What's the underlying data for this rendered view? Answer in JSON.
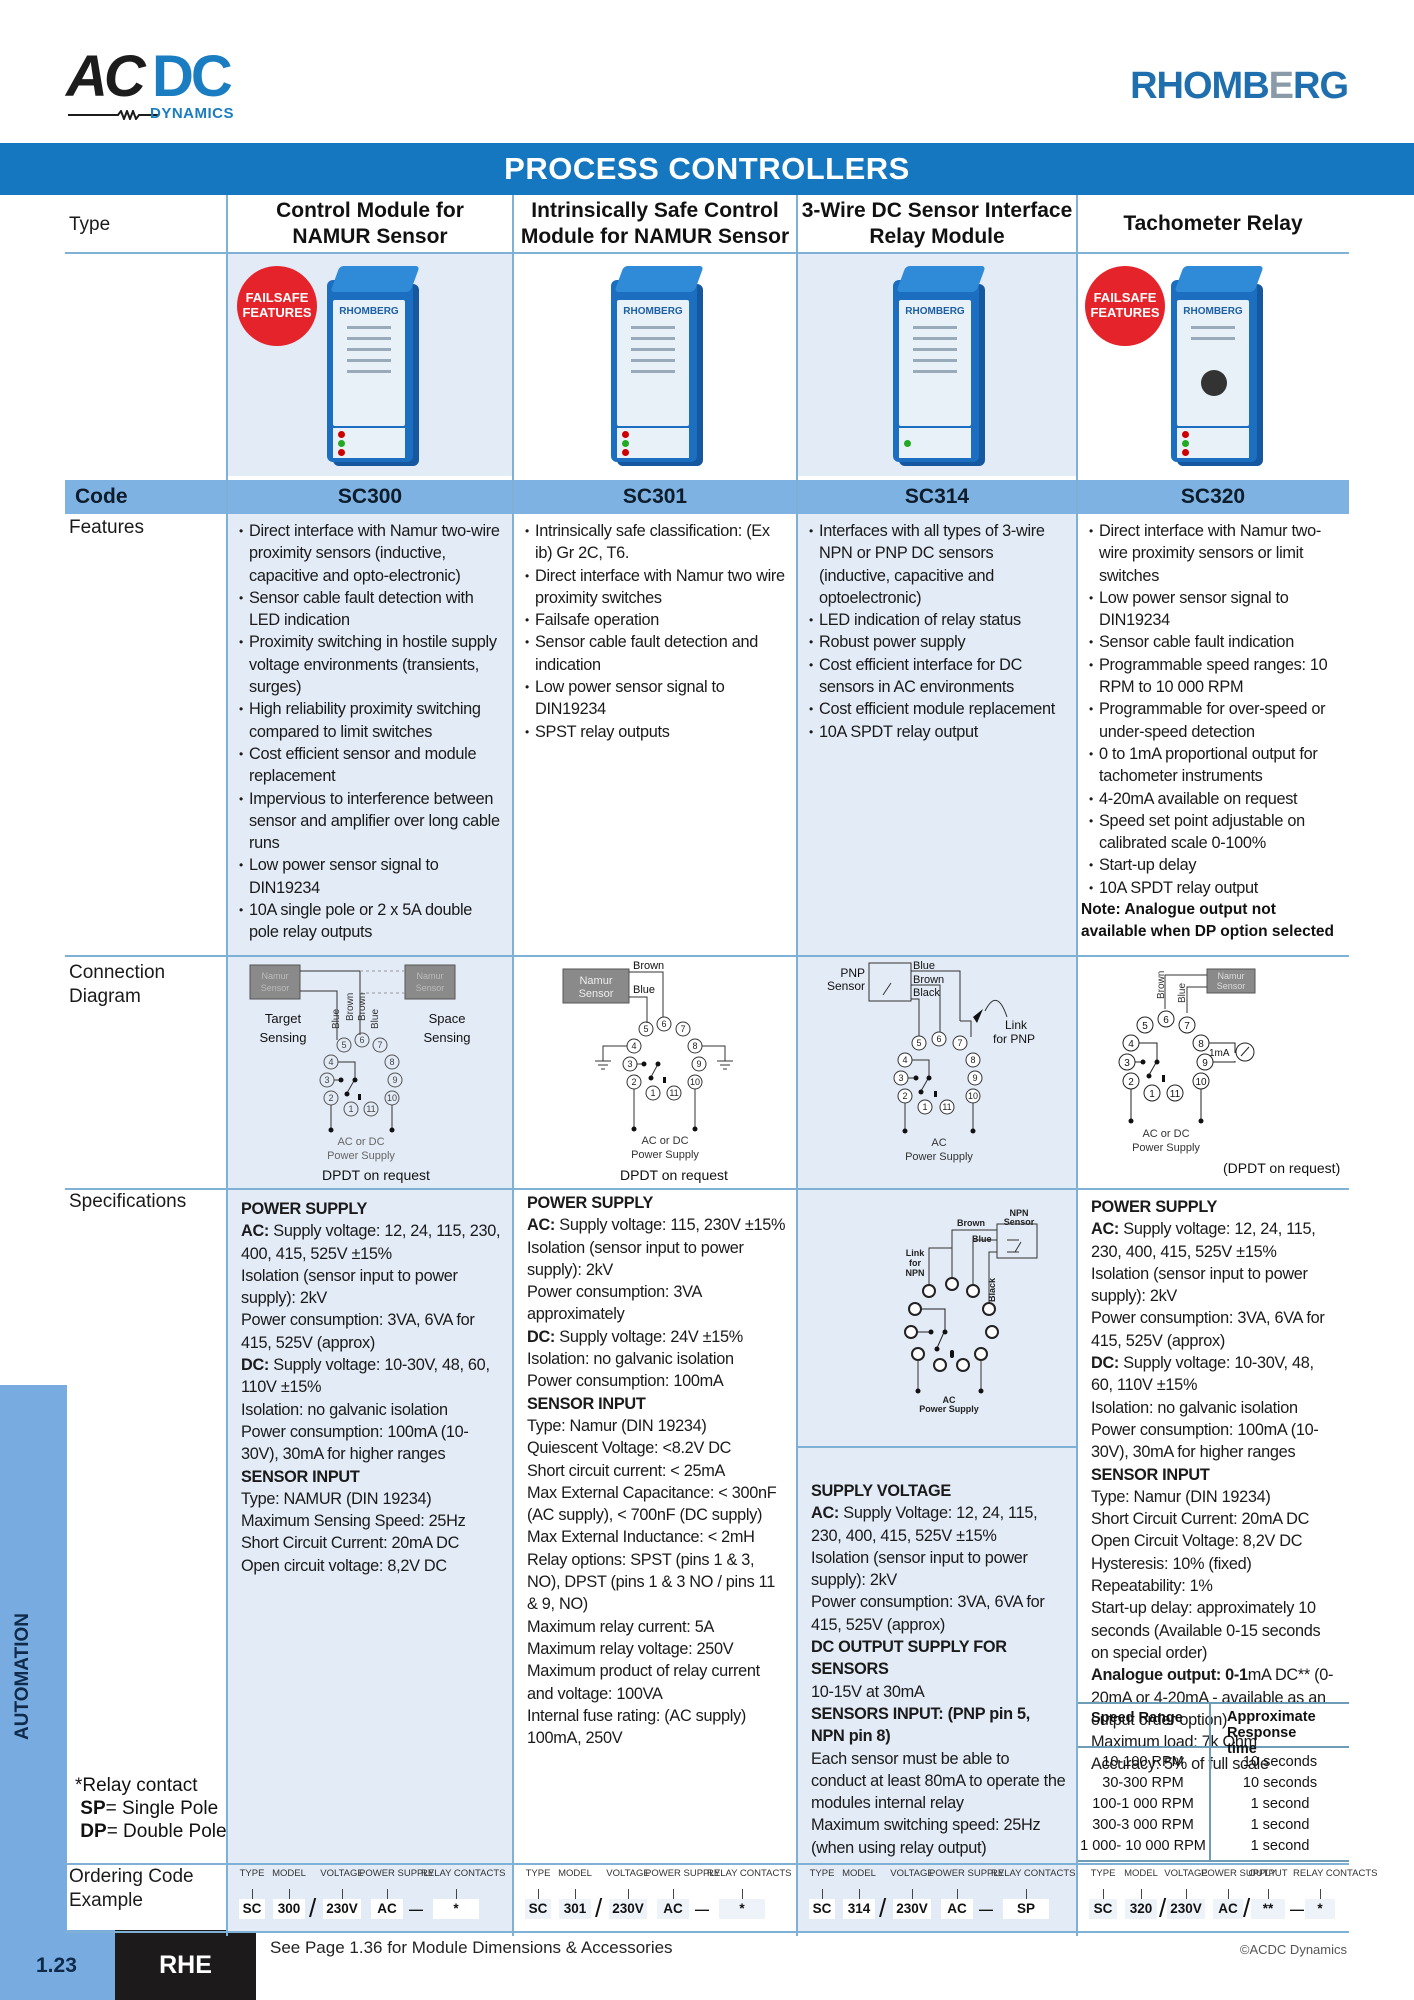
{
  "header": {
    "logo_left": {
      "ac": "AC",
      "dc": "DC",
      "sub": "DYNAMICS"
    },
    "logo_right": {
      "pre": "RHOMB",
      "e": "E",
      "post": "RG"
    },
    "title": "PROCESS CONTROLLERS"
  },
  "colors": {
    "brand_blue": "#1577bf",
    "code_row": "#7db2e3",
    "shade": "#e3ebf6",
    "badge_red": "#e4232a",
    "side_strip": "#78ace0"
  },
  "row_labels": {
    "type": "Type",
    "code": "Code",
    "features": "Features",
    "connection": [
      "Connection",
      "Diagram"
    ],
    "specifications": "Specifications",
    "ordering": [
      "Ordering Code",
      "Example"
    ]
  },
  "relay_note": {
    "line1": "*Relay contact",
    "sp_key": "SP",
    "sp_val": "= Single Pole",
    "dp_key": "DP",
    "dp_val": "= Double Pole"
  },
  "products": [
    {
      "type_line1": "Control Module for",
      "type_line2": "NAMUR Sensor",
      "code": "SC300",
      "badge": [
        "FAILSAFE",
        "FEATURES"
      ],
      "features": [
        "Direct interface with Namur two-wire proximity sensors (inductive, capacitive and opto-electronic)",
        "Sensor cable fault detection with LED indication",
        "Proximity switching in hostile supply voltage environments (transients, surges)",
        "High reliability proximity switching compared to limit switches",
        "Cost efficient sensor and module replacement",
        "Impervious to interference between sensor and amplifier over long cable runs",
        "Low power sensor signal to DIN19234",
        "10A single pole or 2 x 5A double pole relay outputs"
      ],
      "diagram": {
        "left_sensor": "Namur Sensor",
        "right_sensor": "Namur Sensor",
        "left_label": [
          "Target",
          "Sensing"
        ],
        "right_label": [
          "Space",
          "Sensing"
        ],
        "wires": [
          "Blue",
          "Brown",
          "Brown",
          "Blue"
        ],
        "supply": [
          "AC or DC",
          "Power Supply"
        ],
        "note": "DPDT on request"
      },
      "specs": [
        {
          "kind": "h",
          "text": "POWER SUPPLY"
        },
        {
          "kind": "kv",
          "key": "AC:",
          "text": " Supply voltage: 12, 24, 115, 230, 400, 415, 525V ±15%"
        },
        {
          "kind": "p",
          "text": "Isolation (sensor input to power supply): 2kV"
        },
        {
          "kind": "p",
          "text": "Power consumption: 3VA, 6VA for 415, 525V (approx)"
        },
        {
          "kind": "kv",
          "key": "DC:",
          "text": " Supply voltage: 10-30V, 48, 60, 110V ±15%"
        },
        {
          "kind": "p",
          "text": "Isolation: no galvanic isolation"
        },
        {
          "kind": "p",
          "text": "Power consumption: 100mA (10-30V), 30mA for higher ranges"
        },
        {
          "kind": "h",
          "text": "SENSOR INPUT"
        },
        {
          "kind": "p",
          "text": "Type: NAMUR (DIN 19234)"
        },
        {
          "kind": "p",
          "text": "Maximum Sensing Speed: 25Hz"
        },
        {
          "kind": "p",
          "text": "Short Circuit Current: 20mA DC"
        },
        {
          "kind": "p",
          "text": "Open circuit voltage: 8,2V DC"
        }
      ],
      "ordering": {
        "labels": [
          "TYPE",
          "MODEL",
          "VOLTAGE",
          "POWER SUPPLY",
          "RELAY CONTACTS"
        ],
        "values": [
          "SC",
          "300",
          "230V",
          "AC",
          "*"
        ]
      }
    },
    {
      "type_line1": "Intrinsically Safe Control",
      "type_line2": "Module for NAMUR Sensor",
      "code": "SC301",
      "features": [
        "Intrinsically safe classification: (Ex ib) Gr 2C, T6.",
        "Direct interface with Namur two wire proximity switches",
        "Failsafe operation",
        "Sensor cable fault detection and indication",
        "Low power sensor signal to DIN19234",
        "SPST relay outputs"
      ],
      "diagram": {
        "sensor": "Namur Sensor",
        "wires": [
          "Brown",
          "Blue"
        ],
        "supply": [
          "AC or DC",
          "Power Supply"
        ],
        "note": "DPDT on request"
      },
      "specs": [
        {
          "kind": "h",
          "text": "POWER SUPPLY"
        },
        {
          "kind": "kv",
          "key": "AC:",
          "text": " Supply voltage: 115, 230V ±15%"
        },
        {
          "kind": "p",
          "text": "Isolation (sensor input to power supply): 2kV"
        },
        {
          "kind": "p",
          "text": "Power consumption: 3VA approximately"
        },
        {
          "kind": "kv",
          "key": "DC:",
          "text": " Supply voltage: 24V ±15%"
        },
        {
          "kind": "p",
          "text": "Isolation: no galvanic isolation"
        },
        {
          "kind": "p",
          "text": "Power consumption: 100mA"
        },
        {
          "kind": "h",
          "text": "SENSOR INPUT"
        },
        {
          "kind": "p",
          "text": "Type: Namur (DIN 19234)"
        },
        {
          "kind": "p",
          "text": "Quiescent Voltage: <8.2V DC"
        },
        {
          "kind": "p",
          "text": "Short circuit current: < 25mA"
        },
        {
          "kind": "p",
          "text": "Max External Capacitance: < 300nF (AC supply), < 700nF (DC supply)"
        },
        {
          "kind": "p",
          "text": "Max External Inductance: < 2mH"
        },
        {
          "kind": "p",
          "text": "Relay options: SPST (pins 1 & 3, NO), DPST (pins 1 & 3 NO / pins 11 & 9, NO)"
        },
        {
          "kind": "p",
          "text": "Maximum relay current: 5A"
        },
        {
          "kind": "p",
          "text": "Maximum relay voltage: 250V"
        },
        {
          "kind": "p",
          "text": "Maximum product of relay current and voltage: 100VA"
        },
        {
          "kind": "p",
          "text": "Internal fuse rating: (AC supply) 100mA, 250V"
        }
      ],
      "ordering": {
        "labels": [
          "TYPE",
          "MODEL",
          "VOLTAGE",
          "POWER SUPPLY",
          "RELAY CONTACTS"
        ],
        "values": [
          "SC",
          "301",
          "230V",
          "AC",
          "*"
        ]
      }
    },
    {
      "type_line1": "3-Wire DC Sensor Interface",
      "type_line2": "Relay Module",
      "code": "SC314",
      "features": [
        "Interfaces with all types of 3-wire NPN or PNP DC sensors (inductive, capacitive and optoelectronic)",
        "LED indication of relay status",
        "Robust power supply",
        "Cost efficient interface for DC sensors in AC environments",
        "Cost efficient module replacement",
        "10A SPDT relay output"
      ],
      "diagram": {
        "sensor": [
          "PNP",
          "Sensor"
        ],
        "wires": [
          "Blue",
          "Brown",
          "Black"
        ],
        "link": [
          "Link",
          "for  PNP"
        ],
        "supply": [
          "AC",
          "Power Supply"
        ],
        "npn_sensor": [
          "NPN",
          "Sensor"
        ],
        "npn_wires": [
          "Brown",
          "Blue",
          "Black"
        ],
        "npn_link": [
          "Link",
          "for",
          "NPN"
        ],
        "npn_supply": [
          "AC",
          "Power Supply"
        ]
      },
      "specs": [
        {
          "kind": "h",
          "text": "SUPPLY VOLTAGE"
        },
        {
          "kind": "kv",
          "key": "AC:",
          "text": " Supply Voltage: 12, 24, 115, 230, 400, 415, 525V ±15%"
        },
        {
          "kind": "p",
          "text": "Isolation (sensor input to power supply): 2kV"
        },
        {
          "kind": "p",
          "text": "Power consumption: 3VA, 6VA for 415, 525V (approx)"
        },
        {
          "kind": "h",
          "text": "DC OUTPUT SUPPLY FOR SENSORS"
        },
        {
          "kind": "p",
          "text": "10-15V at 30mA"
        },
        {
          "kind": "h",
          "text": "SENSORS INPUT: (PNP pin 5, NPN pin 8)"
        },
        {
          "kind": "p",
          "text": "Each sensor must be able to conduct at least 80mA to operate the modules internal relay"
        },
        {
          "kind": "p",
          "text": "Maximum switching speed: 25Hz (when using relay output)"
        }
      ],
      "ordering": {
        "labels": [
          "TYPE",
          "MODEL",
          "VOLTAGE",
          "POWER SUPPLY",
          "RELAY CONTACTS"
        ],
        "values": [
          "SC",
          "314",
          "230V",
          "AC",
          "SP"
        ]
      }
    },
    {
      "type_line1": "Tachometer Relay",
      "type_line2": "",
      "code": "SC320",
      "badge": [
        "FAILSAFE",
        "FEATURES"
      ],
      "features": [
        "Direct interface with Namur two-wire proximity sensors or limit switches",
        "Low power sensor signal to DIN19234",
        "Sensor cable fault indication",
        "Programmable speed ranges: 10 RPM to 10 000 RPM",
        "Programmable for over-speed or under-speed detection",
        "0 to 1mA proportional output for tachometer instruments",
        "4-20mA available on request",
        "Speed set point adjustable on calibrated scale 0-100%",
        "Start-up delay",
        "10A SPDT relay output"
      ],
      "feature_note": "Note: Analogue output not available when DP option selected",
      "diagram": {
        "sensor": "Namur Sensor",
        "wires": [
          "Brown",
          "Blue"
        ],
        "meter": "1mA",
        "supply": [
          "AC or DC",
          "Power Supply"
        ],
        "note": "(DPDT on request)"
      },
      "specs": [
        {
          "kind": "h",
          "text": "POWER SUPPLY"
        },
        {
          "kind": "kv",
          "key": "AC:",
          "text": " Supply voltage: 12, 24, 115, 230, 400, 415, 525V ±15%"
        },
        {
          "kind": "p",
          "text": "Isolation (sensor input to power supply): 2kV"
        },
        {
          "kind": "p",
          "text": "Power consumption: 3VA, 6VA for 415, 525V (approx)"
        },
        {
          "kind": "kv",
          "key": "DC:",
          "text": " Supply voltage: 10-30V, 48, 60, 110V ±15%"
        },
        {
          "kind": "p",
          "text": "Isolation: no galvanic isolation"
        },
        {
          "kind": "p",
          "text": "Power consumption: 100mA (10-30V), 30mA for higher ranges"
        },
        {
          "kind": "h",
          "text": "SENSOR INPUT"
        },
        {
          "kind": "p",
          "text": "Type: Namur (DIN 19234)"
        },
        {
          "kind": "p",
          "text": "Short Circuit Current: 20mA DC"
        },
        {
          "kind": "p",
          "text": "Open Circuit Voltage: 8,2V DC"
        },
        {
          "kind": "p",
          "text": "Hysteresis: 10% (fixed)"
        },
        {
          "kind": "p",
          "text": "Repeatability: 1%"
        },
        {
          "kind": "p",
          "text": "Start-up delay: approximately 10 seconds (Available 0-15 seconds on special order)"
        },
        {
          "kind": "kv",
          "key": "Analogue output: 0-1",
          "text": "mA DC** (0-20mA or 4-20mA - available as an output order option)"
        },
        {
          "kind": "p",
          "text": "Maximum load: 7k Ohm"
        },
        {
          "kind": "p",
          "text": "Accuracy: 5% of full scale"
        }
      ],
      "speed_table": {
        "headers": [
          "Speed Range",
          "Approximate Response time"
        ],
        "rows": [
          [
            "10-100 RPM",
            "10 seconds"
          ],
          [
            "30-300 RPM",
            "10 seconds"
          ],
          [
            "100-1 000 RPM",
            "1 second"
          ],
          [
            "300-3 000 RPM",
            "1 second"
          ],
          [
            "1 000- 10 000 RPM",
            "1 second"
          ]
        ]
      },
      "ordering": {
        "labels": [
          "TYPE",
          "MODEL",
          "VOLTAGE",
          "POWER SUPPLY",
          "OUTPUT",
          "RELAY CONTACTS"
        ],
        "values": [
          "SC",
          "320",
          "230V",
          "AC",
          "**",
          "*"
        ]
      }
    }
  ],
  "sidebar": {
    "section": "AUTOMATION",
    "page": "1.23",
    "brand_code": "RHE"
  },
  "footer": {
    "note": "See Page 1.36 for Module Dimensions & Accessories",
    "copyright": "©ACDC Dynamics"
  }
}
